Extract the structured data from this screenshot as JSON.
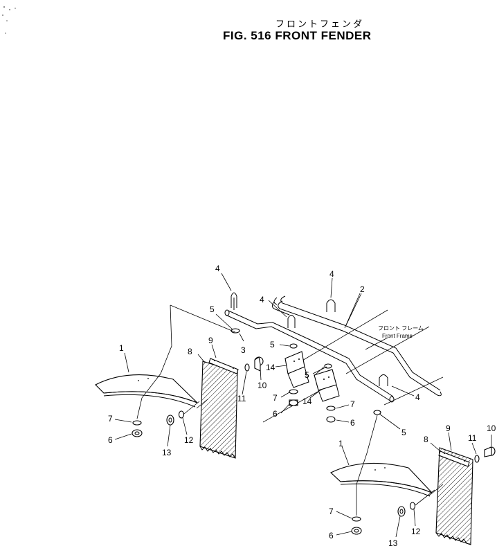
{
  "figure": {
    "title_jp": "フロントフェンダ",
    "title_en": "FIG. 516 FRONT FENDER"
  },
  "annotation": {
    "front_frame_jp": "フロント フレーム",
    "front_frame_en": "Front Frame"
  },
  "callouts": {
    "c1a": "1",
    "c1b": "1",
    "c2": "2",
    "c3": "3",
    "c4a": "4",
    "c4b": "4",
    "c4c": "4",
    "c4d": "4",
    "c5a": "5",
    "c5b": "5",
    "c5c": "5",
    "c5d": "5",
    "c6a": "6",
    "c6b": "6",
    "c6c": "6",
    "c6d": "6",
    "c7a": "7",
    "c7b": "7",
    "c7c": "7",
    "c7d": "7",
    "c8a": "8",
    "c8b": "8",
    "c9a": "9",
    "c9b": "9",
    "c10a": "10",
    "c10b": "10",
    "c11a": "11",
    "c11b": "11",
    "c12a": "12",
    "c12b": "12",
    "c13a": "13",
    "c13b": "13",
    "c14a": "14",
    "c14b": "14"
  }
}
